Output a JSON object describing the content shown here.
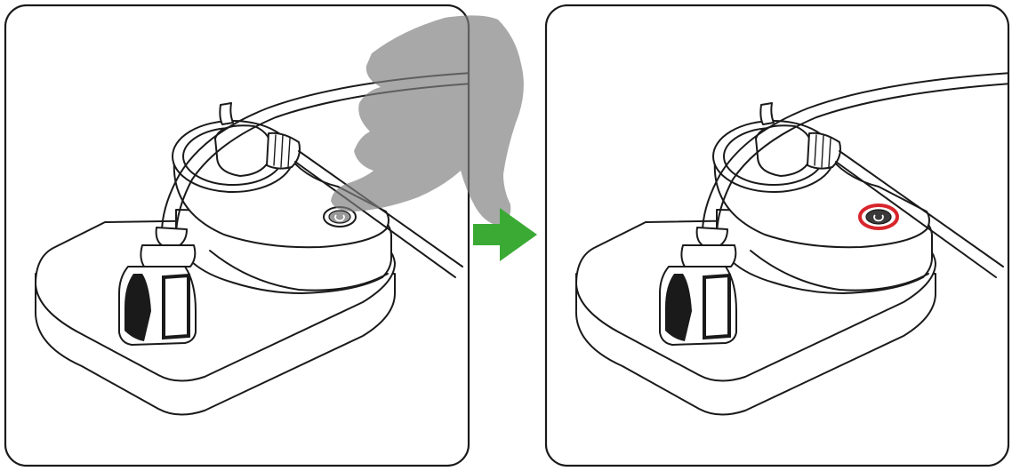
{
  "illustration": {
    "type": "two-step instruction diagram",
    "steps": [
      {
        "id": "press",
        "shows_hand": true,
        "button_state": "unlit"
      },
      {
        "id": "result",
        "shows_hand": false,
        "button_state": "lit"
      }
    ],
    "icons": {
      "power_button": "power-icon",
      "hand": "pointing-hand-icon",
      "arrow": "arrow-right-icon"
    },
    "colors": {
      "outline": "#1a1a1a",
      "hand": "#8c8c8c",
      "arrow": "#3aaa35",
      "button_lit_ring": "#d7262c",
      "button_fill": "#4a4a4a"
    }
  }
}
